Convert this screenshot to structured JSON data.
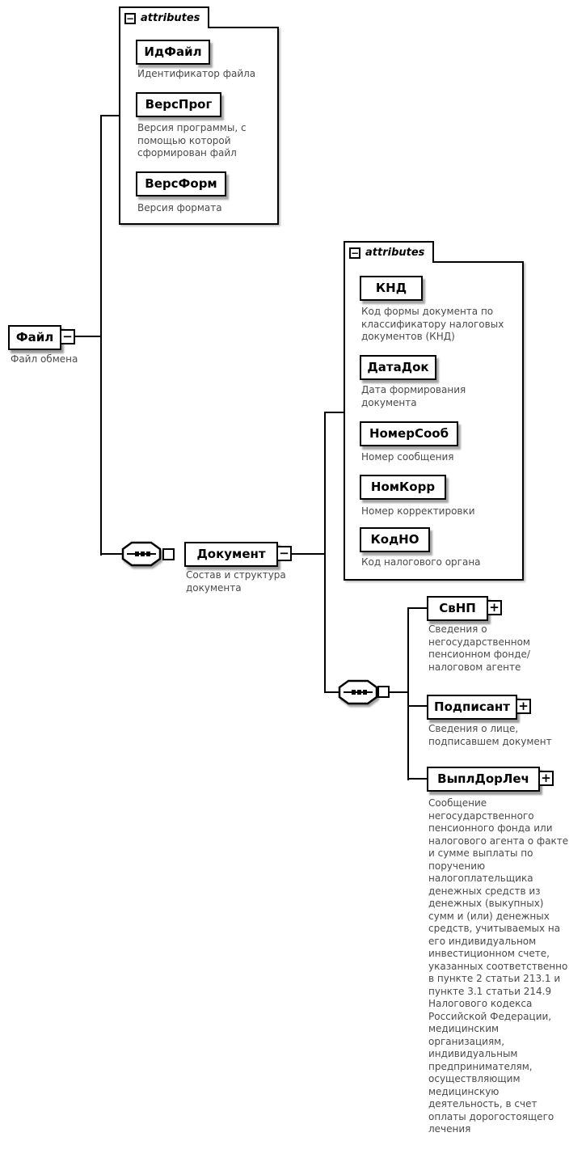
{
  "icons": {
    "collapse": "−",
    "expand": "+"
  },
  "colors": {
    "line": "#000000",
    "annotation": "#4a4a4a",
    "background": "#ffffff",
    "shadow": "#9b9b9b"
  },
  "file": {
    "name": "Файл",
    "annotation": "Файл обмена"
  },
  "file_attributes": {
    "header": "attributes",
    "items": [
      {
        "name": "ИдФайл",
        "annotation": "Идентификатор файла"
      },
      {
        "name": "ВерсПрог",
        "annotation": "Версия программы, с помощью которой сформирован файл"
      },
      {
        "name": "ВерсФорм",
        "annotation": "Версия формата"
      }
    ]
  },
  "document": {
    "name": "Документ",
    "annotation": "Состав и структура документа"
  },
  "document_attributes": {
    "header": "attributes",
    "items": [
      {
        "name": "КНД",
        "annotation": "Код формы документа по классификатору налоговых документов (КНД)"
      },
      {
        "name": "ДатаДок",
        "annotation": "Дата формирования документа"
      },
      {
        "name": "НомерСооб",
        "annotation": "Номер сообщения"
      },
      {
        "name": "НомКорр",
        "annotation": "Номер корректировки"
      },
      {
        "name": "КодНО",
        "annotation": "Код налогового органа"
      }
    ]
  },
  "document_children": [
    {
      "name": "СвНП",
      "annotation": "Сведения о негосударственном пенсионном фонде/налоговом агенте"
    },
    {
      "name": "Подписант",
      "annotation": "Сведения о лице, подписавшем документ"
    },
    {
      "name": "ВыплДорЛеч",
      "annotation": "Сообщение негосударственного пенсионного фонда или налогового агента о факте и сумме выплаты по поручению налогоплательщика денежных средств из денежных (выкупных) сумм и (или) денежных средств, учитываемых на его индивидуальном инвестиционном счете, указанных соответственно в пункте 2 статьи 213.1 и пункте 3.1 статьи 214.9 Налогового кодекса Российской Федерации, медицинским организациям, индивидуальным предпринимателям, осуществляющим медицинскую деятельность, в счет оплаты дорогостоящего лечения"
    }
  ]
}
